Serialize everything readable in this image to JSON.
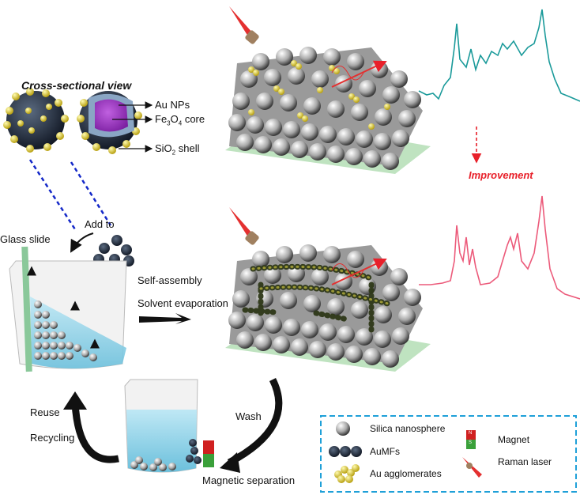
{
  "cross_section": {
    "title": "Cross-sectional view",
    "label_au": "Au NPs",
    "label_core_prefix": "Fe",
    "label_core_sub1": "3",
    "label_core_mid": "O",
    "label_core_sub2": "4",
    "label_core_suffix": " core",
    "label_shell_prefix": "SiO",
    "label_shell_sub": "2",
    "label_shell_suffix": " shell"
  },
  "steps": {
    "add_to": "Add to",
    "glass_slide": "Glass slide",
    "self_assembly": "Self-assembly",
    "solvent_evaporation": "Solvent evaporation",
    "wash": "Wash",
    "magnetic_separation": "Magnetic separation",
    "reuse": "Reuse",
    "recycling": "Recycling",
    "improvement": "Improvement"
  },
  "legend": {
    "items": [
      {
        "label": "Silica nanosphere",
        "icon": "silica-sphere"
      },
      {
        "label": "AuMFs",
        "icon": "aumf-cluster"
      },
      {
        "label": "Au agglomerates",
        "icon": "au-agglomerate"
      },
      {
        "label": "Magnet",
        "icon": "magnet",
        "pole_n": "N",
        "pole_s": "S"
      },
      {
        "label": "Raman laser",
        "icon": "laser"
      }
    ]
  },
  "colors": {
    "spectrum_top": "#1a9a9a",
    "spectrum_bottom": "#ec5a7a",
    "improvement": "#e8202a",
    "legend_border": "#1fa0d8",
    "substrate": "#bfe3c0",
    "dashed_link": "#1428c8"
  }
}
